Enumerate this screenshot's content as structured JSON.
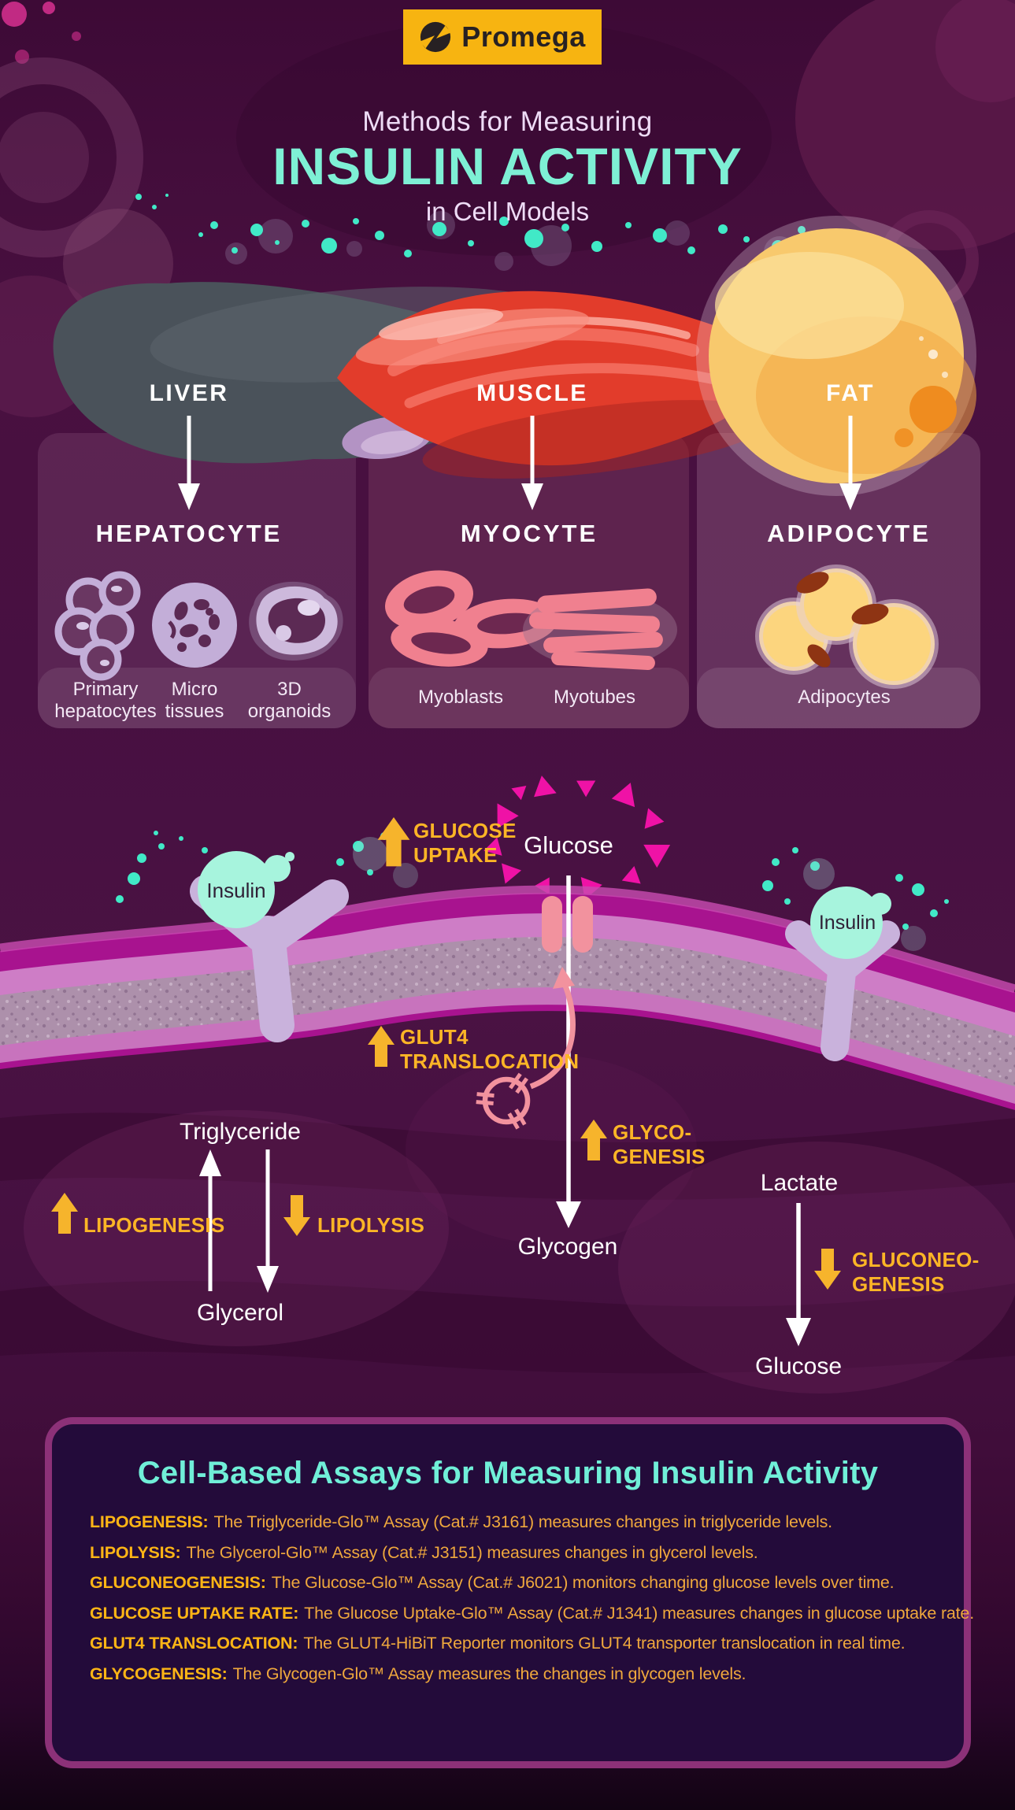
{
  "colors": {
    "background_purple": "#470F3F",
    "accent_gold": "#FCB526",
    "accent_teal": "#7EF0D5",
    "logo_gold": "#F7B411",
    "magenta_glucose": "#EF12A6",
    "membrane_pink": "#F2929E",
    "receptor_lavender": "#C9B2DC",
    "panel_border": "#8C3178",
    "panel_background": "#230B3A"
  },
  "header": {
    "logo": "Promega",
    "title_line1": "Methods for Measuring",
    "title_line2": "INSULIN ACTIVITY",
    "title_line3": "in Cell Models"
  },
  "organs": [
    {
      "label": "LIVER",
      "cell_type": "HEPATOCYTE",
      "models": [
        "Primary hepatocytes",
        "Micro tissues",
        "3D organoids"
      ]
    },
    {
      "label": "MUSCLE",
      "cell_type": "MYOCYTE",
      "models": [
        "Myoblasts",
        "Myotubes"
      ]
    },
    {
      "label": "FAT",
      "cell_type": "ADIPOCYTE",
      "models": [
        "Adipocytes"
      ]
    }
  ],
  "pathways": {
    "glucose_uptake": [
      "GLUCOSE",
      "UPTAKE"
    ],
    "glucose_extracellular": "Glucose",
    "insulin_left": "Insulin",
    "insulin_right": "Insulin",
    "glut4_translocation": [
      "GLUT4",
      "TRANSLOCATION"
    ],
    "glycogenesis": [
      "GLYCO-",
      "GENESIS"
    ],
    "triglyceride": "Triglyceride",
    "lipogenesis": "LIPOGENESIS",
    "lipolysis": "LIPOLYSIS",
    "glycerol": "Glycerol",
    "glycogen": "Glycogen",
    "lactate": "Lactate",
    "gluconeogenesis": [
      "GLUCONEO-",
      "GENESIS"
    ],
    "glucose_output": "Glucose"
  },
  "assay_panel": {
    "title": "Cell-Based Assays for Measuring Insulin Activity",
    "assays": [
      {
        "label": "LIPOGENESIS:",
        "description": "The Triglyceride-Glo™ Assay (Cat.# J3161) measures changes in triglyceride levels."
      },
      {
        "label": "LIPOLYSIS:",
        "description": "The Glycerol-Glo™ Assay (Cat.# J3151) measures changes in glycerol levels."
      },
      {
        "label": "GLUCONEOGENESIS:",
        "description": "The Glucose-Glo™ Assay (Cat.# J6021) monitors changing glucose levels over time."
      },
      {
        "label": "GLUCOSE UPTAKE RATE:",
        "description": "The Glucose Uptake-Glo™ Assay (Cat.# J1341) measures changes in glucose uptake rate."
      },
      {
        "label": "GLUT4 TRANSLOCATION:",
        "description": "The GLUT4-HiBiT Reporter monitors GLUT4 transporter translocation in real time."
      },
      {
        "label": "GLYCOGENESIS:",
        "description": "The Glycogen-Glo™ Assay measures the changes in glycogen levels."
      }
    ]
  }
}
